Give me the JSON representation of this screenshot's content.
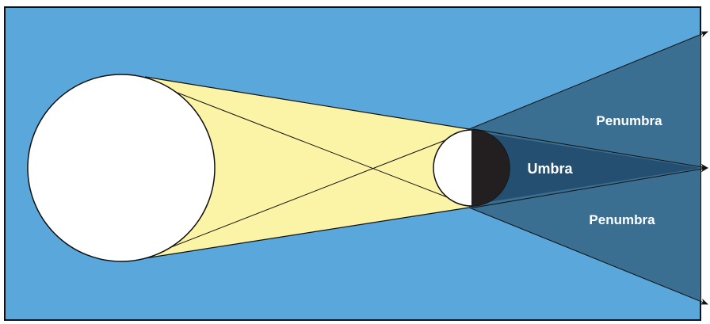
{
  "labels": {
    "penumbra_top": "Penumbra",
    "umbra": "Umbra",
    "penumbra_bottom": "Penumbra"
  },
  "colors": {
    "background": "#5aa7db",
    "sun": "#ffffff",
    "light_cone": "#fbf3a6",
    "penumbra": "#3a6f92",
    "umbra": "#254f70",
    "earth_lit": "#ffffff",
    "earth_dark": "#231f20",
    "outline": "#111111"
  }
}
